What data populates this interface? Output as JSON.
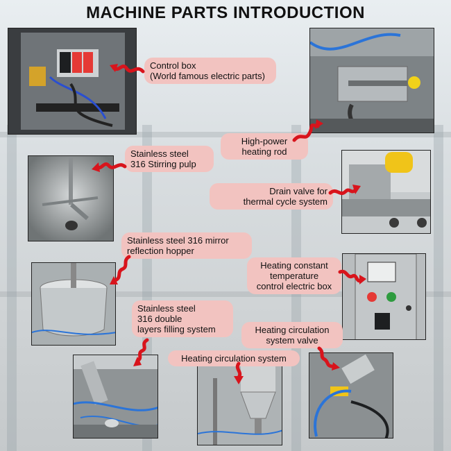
{
  "title": "MACHINE PARTS INTRODUCTION",
  "accent_color": "#d8141c",
  "label_color": "#f2c3c0",
  "parts": {
    "control_box": {
      "line1": "Control box",
      "line2": "(World famous electric parts)"
    },
    "heating_rod": {
      "line1": "High-power",
      "line2": "heating rod"
    },
    "stirring_pulp": {
      "line1": "Stainless steel",
      "line2": "316 Stirring pulp"
    },
    "drain_valve": {
      "line1": "Drain valve for",
      "line2": "thermal cycle system"
    },
    "mirror_hopper": {
      "line1": "Stainless steel 316 mirror",
      "line2": "reflection hopper"
    },
    "temp_control_box": {
      "line1": "Heating constant",
      "line2": "temperature",
      "line3": "control electric box"
    },
    "double_layer_filling": {
      "line1": "Stainless steel",
      "line2": "316 double",
      "line3": "layers filling system"
    },
    "circulation_valve": {
      "line1": "Heating circulation",
      "line2": "system valve"
    },
    "circulation_system": {
      "line1": "Heating circulation system"
    }
  }
}
